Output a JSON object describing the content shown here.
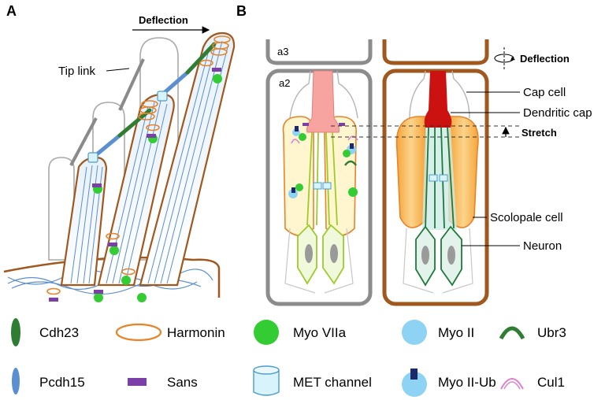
{
  "panels": {
    "a": {
      "letter": "A",
      "deflection_label": "Deflection",
      "tip_link_label": "Tip link"
    },
    "b": {
      "letter": "B",
      "a3_label": "a3",
      "a2_label": "a2",
      "deflection_label": "Deflection",
      "callouts": [
        "Cap cell",
        "Dendritic cap",
        "Stretch",
        "Scolopale cell",
        "Neuron"
      ]
    }
  },
  "legend": [
    {
      "icon": "cdh23-icon",
      "label": "Cdh23"
    },
    {
      "icon": "harmonin-icon",
      "label": "Harmonin"
    },
    {
      "icon": "myo-viia-icon",
      "label": "Myo VIIa"
    },
    {
      "icon": "myo-ii-icon",
      "label": "Myo II"
    },
    {
      "icon": "ubr3-icon",
      "label": "Ubr3"
    },
    {
      "icon": "pcdh15-icon",
      "label": "Pcdh15"
    },
    {
      "icon": "sans-icon",
      "label": "Sans"
    },
    {
      "icon": "met-channel-icon",
      "label": "MET channel"
    },
    {
      "icon": "myo-ii-ub-icon",
      "label": "Myo II-Ub"
    },
    {
      "icon": "cul1-icon",
      "label": "Cul1"
    }
  ],
  "colors": {
    "brown": "#a0581e",
    "grey_outline": "#8c8c8c",
    "myo_viia": "#33cc33",
    "myo_ii": "#8fd3f4",
    "cdh23": "#2e7d32",
    "pcdh15": "#5b8fcf",
    "sans": "#7b3fa8",
    "harmonin": "#e8832a",
    "cul1": "#e080d0",
    "dendritic_cap": "#cc1111",
    "scolopale": "#f7b85a",
    "neuron_light": "#d7ec9c",
    "neuron_dark": "#1f7a3a"
  }
}
